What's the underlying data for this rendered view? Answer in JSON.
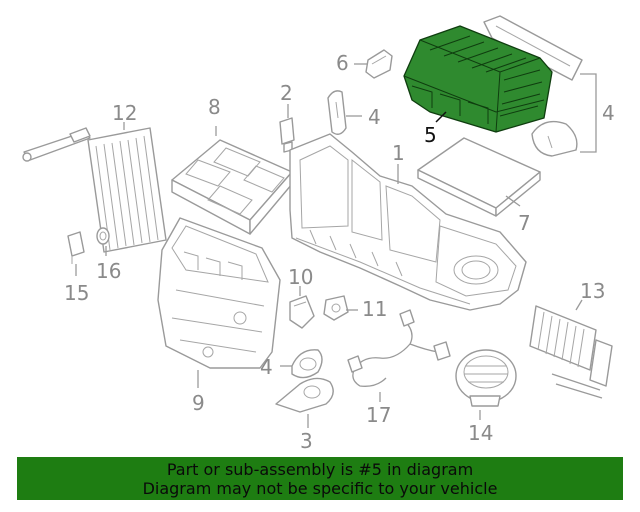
{
  "callouts": {
    "c1": "1",
    "c2": "2",
    "c3": "3",
    "c4a": "4",
    "c4b": "4",
    "c4c": "4",
    "c5": "5",
    "c6": "6",
    "c7": "7",
    "c8": "8",
    "c9": "9",
    "c10": "10",
    "c11": "11",
    "c12": "12",
    "c13": "13",
    "c14": "14",
    "c15": "15",
    "c16": "16",
    "c17": "17"
  },
  "highlighted_part": "5",
  "colors": {
    "highlight": "#2f8a2f",
    "banner": "#1e7d12",
    "line_art": "#9a9a9a"
  },
  "banner": {
    "line1": "Part or sub-assembly is #5 in diagram",
    "line2": "Diagram may not be specific to your vehicle"
  }
}
